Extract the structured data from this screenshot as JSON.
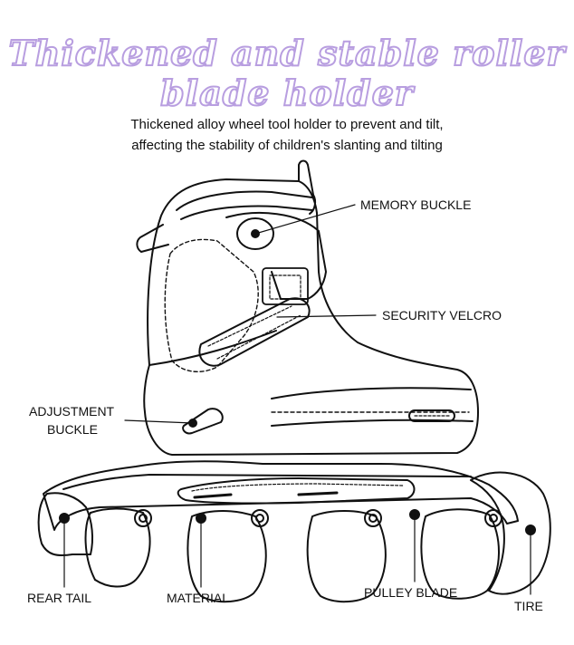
{
  "title": {
    "line1": "Thickened and stable roller",
    "line2": "blade holder"
  },
  "subtitle": {
    "line1": "Thickened alloy wheel tool holder to prevent and tilt,",
    "line2": "affecting the stability of children's slanting and tilting"
  },
  "labels": {
    "memory_buckle": "MEMORY BUCKLE",
    "security_velcro": "SECURITY VELCRO",
    "adjustment_buckle_1": "ADJUSTMENT",
    "adjustment_buckle_2": "BUCKLE",
    "rear_tail": "REAR TAIL",
    "material": "MATERIAL",
    "pulley_blade": "PULLEY BLADE",
    "tire": "TIRE"
  },
  "colors": {
    "title_outline": "#b89ee0",
    "line": "#111111",
    "background": "#ffffff"
  }
}
